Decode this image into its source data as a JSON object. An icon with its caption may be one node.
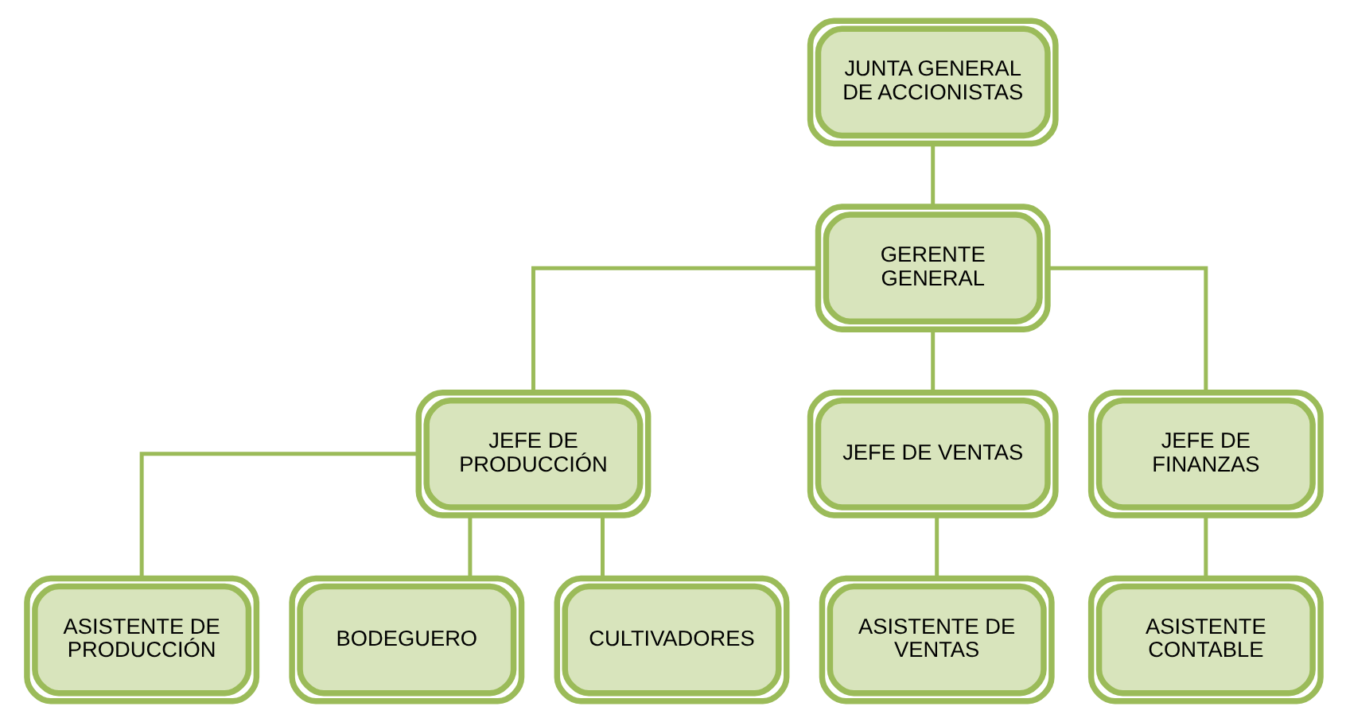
{
  "diagram": {
    "nodes": [
      {
        "text": [
          "JUNTA GENERAL DE ACCIONISTAS"
        ]
      },
      {
        "text": [
          "GERENTE GENERAL"
        ]
      },
      {
        "text": [
          "JEFE DE PRODUCCIÓN"
        ]
      },
      {
        "text": [
          "JEFE DE VENTAS"
        ]
      },
      {
        "text": [
          "JEFE DE FINANZAS"
        ]
      },
      {
        "text": [
          "ASISTENTE DE PRODUCCIÓN"
        ]
      },
      {
        "text": [
          "BODEGUERO"
        ]
      },
      {
        "text": [
          "CULTIVADORES"
        ]
      },
      {
        "text": [
          "ASISTENTE DE VENTAS"
        ]
      },
      {
        "text": [
          "ASISTENTE CONTABLE"
        ]
      }
    ],
    "edges": [
      {
        "from": 0,
        "to": 1,
        "arrow": "none"
      },
      {
        "from": 1,
        "to": 2,
        "arrow": "none"
      },
      {
        "from": 1,
        "to": 3,
        "arrow": "none"
      },
      {
        "from": 1,
        "to": 4,
        "arrow": "none"
      },
      {
        "from": 2,
        "to": 5,
        "arrow": "none"
      },
      {
        "from": 2,
        "to": 6,
        "arrow": "none"
      },
      {
        "from": 2,
        "to": 7,
        "arrow": "none"
      },
      {
        "from": 3,
        "to": 8,
        "arrow": "none"
      },
      {
        "from": 4,
        "to": 9,
        "arrow": "none"
      }
    ]
  }
}
